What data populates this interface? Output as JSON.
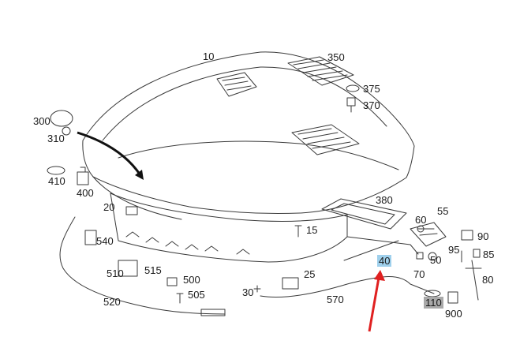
{
  "diagram": {
    "callouts": [
      {
        "text": "10"
      },
      {
        "text": "350"
      },
      {
        "text": "375"
      },
      {
        "text": "370"
      },
      {
        "text": "300"
      },
      {
        "text": "310"
      },
      {
        "text": "410"
      },
      {
        "text": "400"
      },
      {
        "text": "20"
      },
      {
        "text": "380"
      },
      {
        "text": "60"
      },
      {
        "text": "55"
      },
      {
        "text": "540"
      },
      {
        "text": "15"
      },
      {
        "text": "90"
      },
      {
        "text": "95"
      },
      {
        "text": "85"
      },
      {
        "text": "50"
      },
      {
        "text": "510"
      },
      {
        "text": "515"
      },
      {
        "text": "40",
        "highlight": "#9fd0ec"
      },
      {
        "text": "70"
      },
      {
        "text": "500"
      },
      {
        "text": "25"
      },
      {
        "text": "80"
      },
      {
        "text": "505"
      },
      {
        "text": "30"
      },
      {
        "text": "570"
      },
      {
        "text": "520"
      },
      {
        "text": "110",
        "highlight": "#a9a9a9"
      },
      {
        "text": "900"
      }
    ],
    "colors": {
      "line": "#3a3a3a",
      "arrow_black": "#111111",
      "arrow_red": "#e02020"
    }
  }
}
